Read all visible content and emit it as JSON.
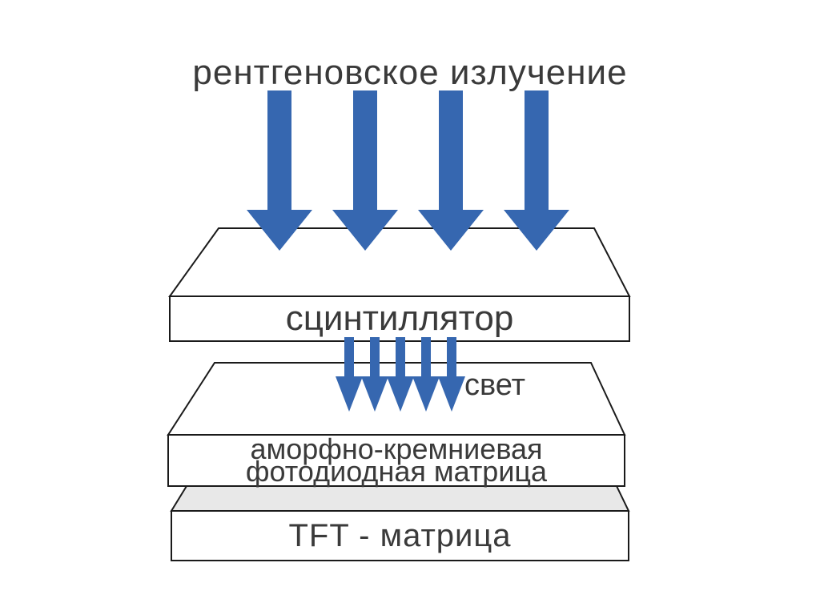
{
  "diagram": {
    "title": "рентгеновское излучение",
    "xray_arrows": {
      "count": 4,
      "direction": "down",
      "meaning": "incoming x-ray radiation"
    },
    "light_arrows": {
      "count": 5,
      "direction": "down",
      "label": "свет",
      "meaning": "light emitted by scintillator"
    },
    "layers": [
      {
        "id": "scintillator",
        "label": "сцинтиллятор"
      },
      {
        "id": "photodiode-matrix",
        "label_line1": "аморфно-кремниевая",
        "label_line2": "фотодиодная матрица"
      },
      {
        "id": "tft-matrix",
        "label": "TFT - матрица"
      }
    ],
    "colors": {
      "arrow_blue": "#3667B0",
      "outline": "#1a1a1a",
      "text": "#3a3a3a",
      "slab_face_white": "#ffffff",
      "tft_top_gray": "#e8e8e8",
      "background": "#ffffff"
    }
  }
}
